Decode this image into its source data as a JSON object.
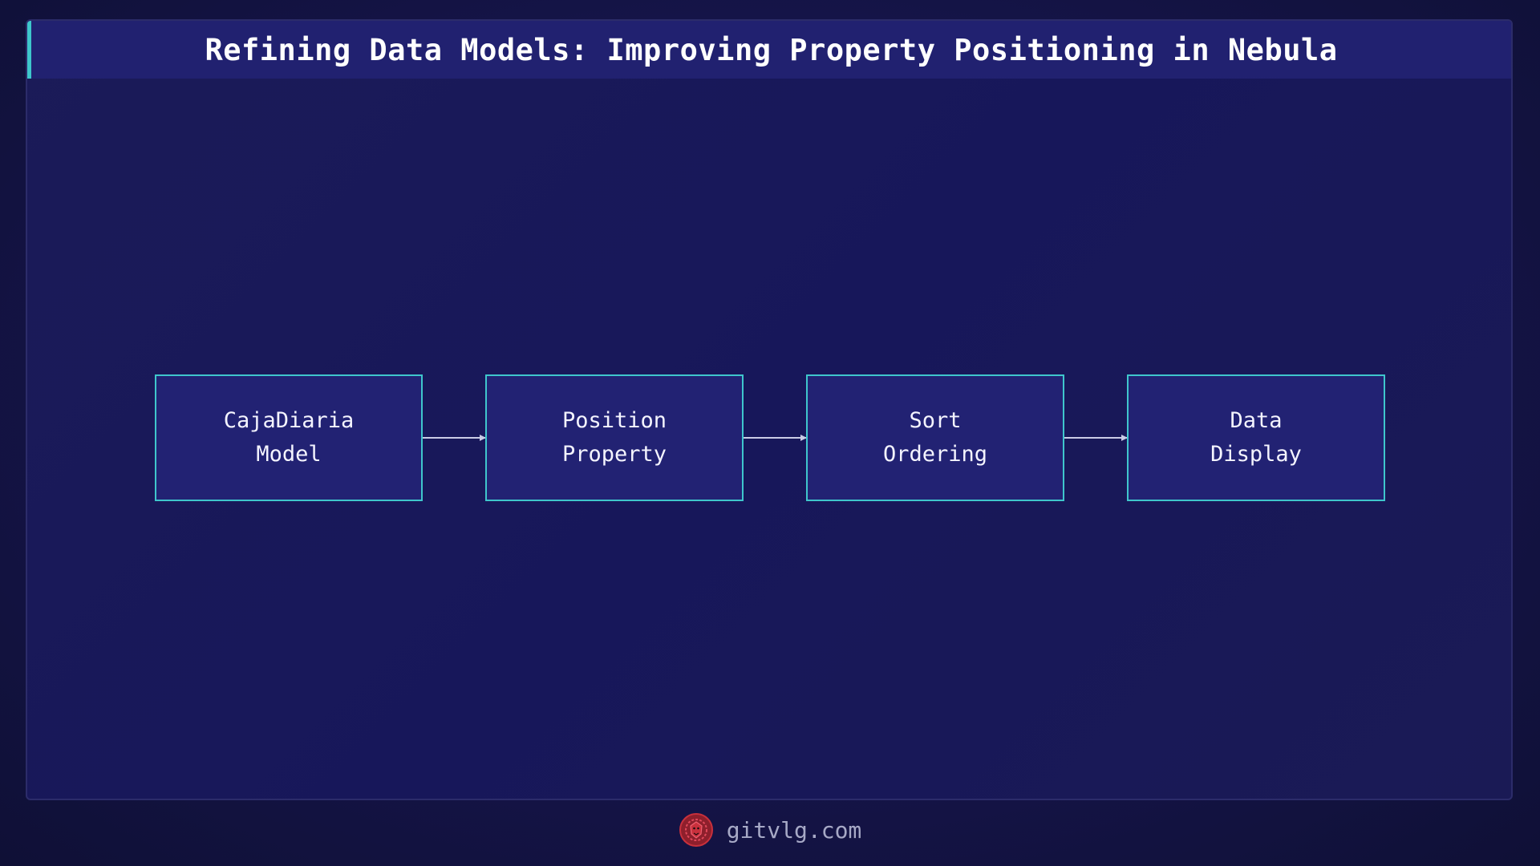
{
  "title": "Refining Data Models: Improving Property Positioning in Nebula",
  "flow": {
    "nodes": [
      {
        "id": "caja",
        "label": "CajaDiaria\nModel"
      },
      {
        "id": "position",
        "label": "Position\nProperty"
      },
      {
        "id": "sort",
        "label": "Sort\nOrdering"
      },
      {
        "id": "display",
        "label": "Data\nDisplay"
      }
    ]
  },
  "footer": {
    "site": "gitvlg.com",
    "logo_icon": "lion-logo-icon"
  },
  "colors": {
    "accent": "#3ec7cc",
    "node_fill": "#222273",
    "title_bar": "#212170",
    "logo": "#c8303c"
  }
}
